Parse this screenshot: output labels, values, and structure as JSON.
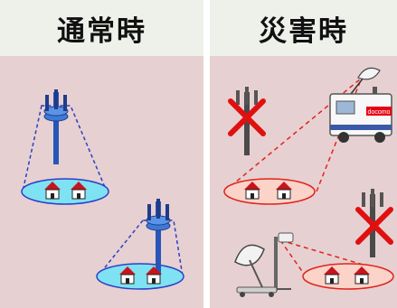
{
  "panels": {
    "normal": {
      "title": "通常時"
    },
    "disaster": {
      "title": "災害時"
    }
  },
  "labels": {
    "vehicle_brand": "docomo"
  },
  "colors": {
    "panel_bg": "#e7d0d1",
    "header_bg": "#eef0ea",
    "normal_coverage_fill": "#7fe2f2",
    "normal_coverage_line": "#2b3fc7",
    "disaster_coverage_fill": "#fbd3c8",
    "disaster_coverage_line": "#e0241c",
    "tower_blue": "#2856b8",
    "tower_dark": "#4a4a4a",
    "house_red": "#c8141c",
    "cross_red": "#e01010"
  }
}
